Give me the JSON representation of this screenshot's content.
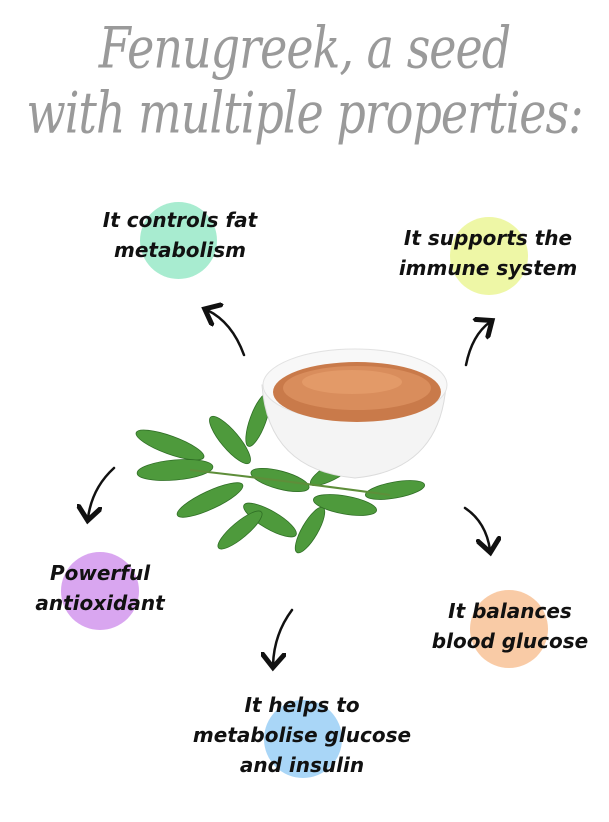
{
  "title": {
    "line1": "Fenugreek, a seed",
    "line2": "with multiple properties:"
  },
  "properties": [
    {
      "line1": "It controls fat",
      "line2": "metabolism",
      "color": "#a8ecd0"
    },
    {
      "line1": "It supports the",
      "line2": "immune system",
      "color": "#eef7a6"
    },
    {
      "line1": "Powerful",
      "line2": "antioxidant",
      "color": "#d9a6f0"
    },
    {
      "line1": "It balances",
      "line2": "blood glucose",
      "color": "#f9cba6"
    },
    {
      "line1": "It helps to",
      "line2": "metabolise glucose",
      "line3": "and insulin",
      "color": "#a9d6f7"
    }
  ]
}
